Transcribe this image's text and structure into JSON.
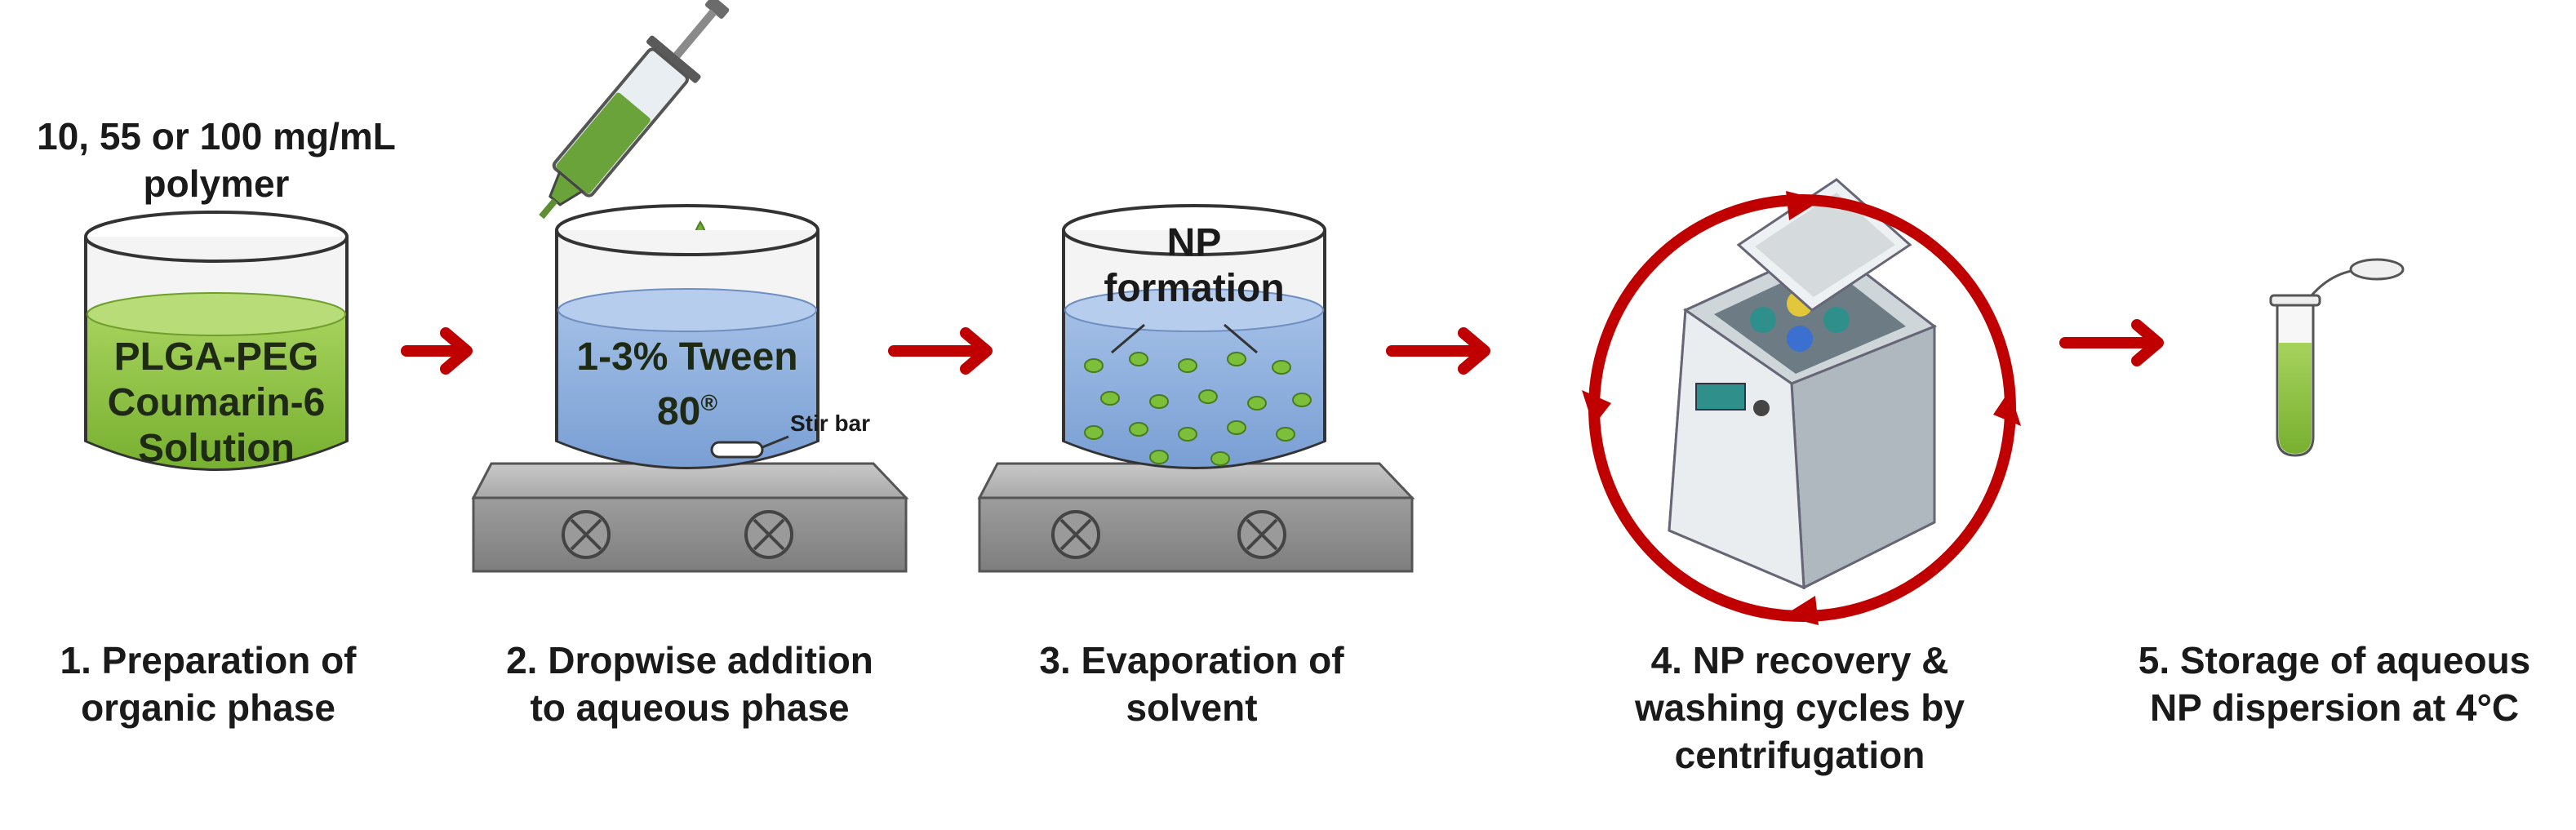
{
  "colors": {
    "arrow": "#c00000",
    "liquid_green": "#8cc43f",
    "liquid_blue": "#8fb0de",
    "plate_gray": "#9a9a9a",
    "particle": "#7cbf3a"
  },
  "polymer_label": {
    "line1": "10, 55 or 100 mg/mL",
    "line2": "polymer"
  },
  "beaker1": {
    "line1": "PLGA-PEG",
    "line2": "Coumarin-6",
    "line3": "Solution"
  },
  "beaker2": {
    "line1": "1-3% Tween",
    "line2": "80",
    "sup": "®",
    "stir_bar": "Stir bar"
  },
  "beaker3": {
    "line1": "NP",
    "line2": "formation"
  },
  "steps": [
    {
      "line1": "1. Preparation of",
      "line2": "organic phase"
    },
    {
      "line1": "2. Dropwise addition",
      "line2": "to aqueous phase"
    },
    {
      "line1": "3. Evaporation of",
      "line2": "solvent"
    },
    {
      "line1": "4. NP recovery &",
      "line2": "washing cycles by",
      "line3": "centrifugation"
    },
    {
      "line1": "5. Storage of aqueous",
      "line2": "NP dispersion at 4°C"
    }
  ]
}
